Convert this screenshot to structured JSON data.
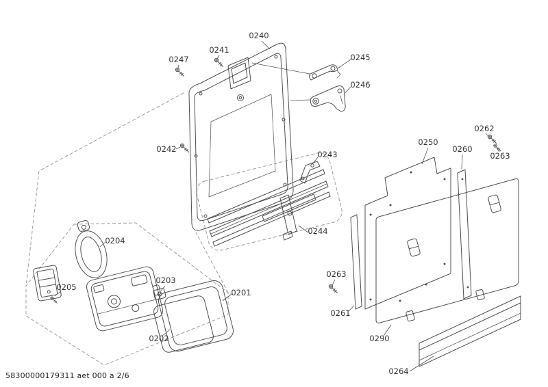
{
  "footer": {
    "text": "58300000179311 aet 000 a 2/6"
  },
  "labels": [
    {
      "part": "0240",
      "text": "0240"
    },
    {
      "part": "0247",
      "text": "0247"
    },
    {
      "part": "0241",
      "text": "0241"
    },
    {
      "part": "0245",
      "text": "0245"
    },
    {
      "part": "0246",
      "text": "0246"
    },
    {
      "part": "0242",
      "text": "0242"
    },
    {
      "part": "0243",
      "text": "0243"
    },
    {
      "part": "0244",
      "text": "0244"
    },
    {
      "part": "0250",
      "text": "0250"
    },
    {
      "part": "0260",
      "text": "0260"
    },
    {
      "part": "0262",
      "text": "0262"
    },
    {
      "part": "0263",
      "text": "0263"
    },
    {
      "part": "0263",
      "text": "0263"
    },
    {
      "part": "0261",
      "text": "0261"
    },
    {
      "part": "0290",
      "text": "0290"
    },
    {
      "part": "0264",
      "text": "0264"
    },
    {
      "part": "0204",
      "text": "0204"
    },
    {
      "part": "0205",
      "text": "0205"
    },
    {
      "part": "0203",
      "text": "0203"
    },
    {
      "part": "0201",
      "text": "0201"
    },
    {
      "part": "0202",
      "text": "0202"
    }
  ],
  "colors": {
    "line": "#4d4d4d",
    "dashed": "#9a9a9a",
    "text": "#333333",
    "background": "#ffffff"
  }
}
